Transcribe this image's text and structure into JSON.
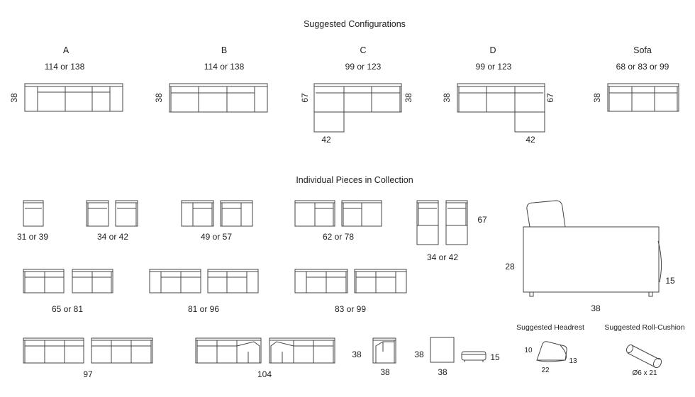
{
  "titles": {
    "configurations": "Suggested Configurations",
    "pieces": "Individual Pieces in Collection"
  },
  "configurations": [
    {
      "label": "A",
      "width": "114 or 138",
      "depth": "38"
    },
    {
      "label": "B",
      "width": "114 or 138",
      "depth": "38"
    },
    {
      "label": "C",
      "width": "99 or 123",
      "depth_left": "67",
      "depth_right": "38",
      "chaise_width": "42"
    },
    {
      "label": "D",
      "width": "99 or 123",
      "depth_left": "38",
      "depth_right": "67",
      "chaise_width": "42"
    },
    {
      "label": "Sofa",
      "width": "68 or 83 or 99",
      "depth": "38"
    }
  ],
  "pieces": {
    "row1": [
      "31 or 39",
      "34 or 42",
      "49 or 57",
      "62 or 78"
    ],
    "chaise": {
      "width": "34 or 42",
      "depth": "67"
    },
    "row2": [
      "65 or 81",
      "81 or 96",
      "83 or 99"
    ],
    "row3": [
      "97",
      "104"
    ],
    "corner": {
      "width": "38",
      "depth": "38"
    },
    "ottoman": {
      "width": "38",
      "depth": "38"
    },
    "bench": {
      "height": "15"
    }
  },
  "side_view": {
    "height": "28",
    "depth": "38",
    "arm_height": "15"
  },
  "headrest": {
    "title": "Suggested Headrest",
    "dim_height": "10",
    "dim_width": "22",
    "dim_depth": "13"
  },
  "roll_cushion": {
    "title": "Suggested Roll-Cushion",
    "dims": "Ø6 x 21"
  }
}
